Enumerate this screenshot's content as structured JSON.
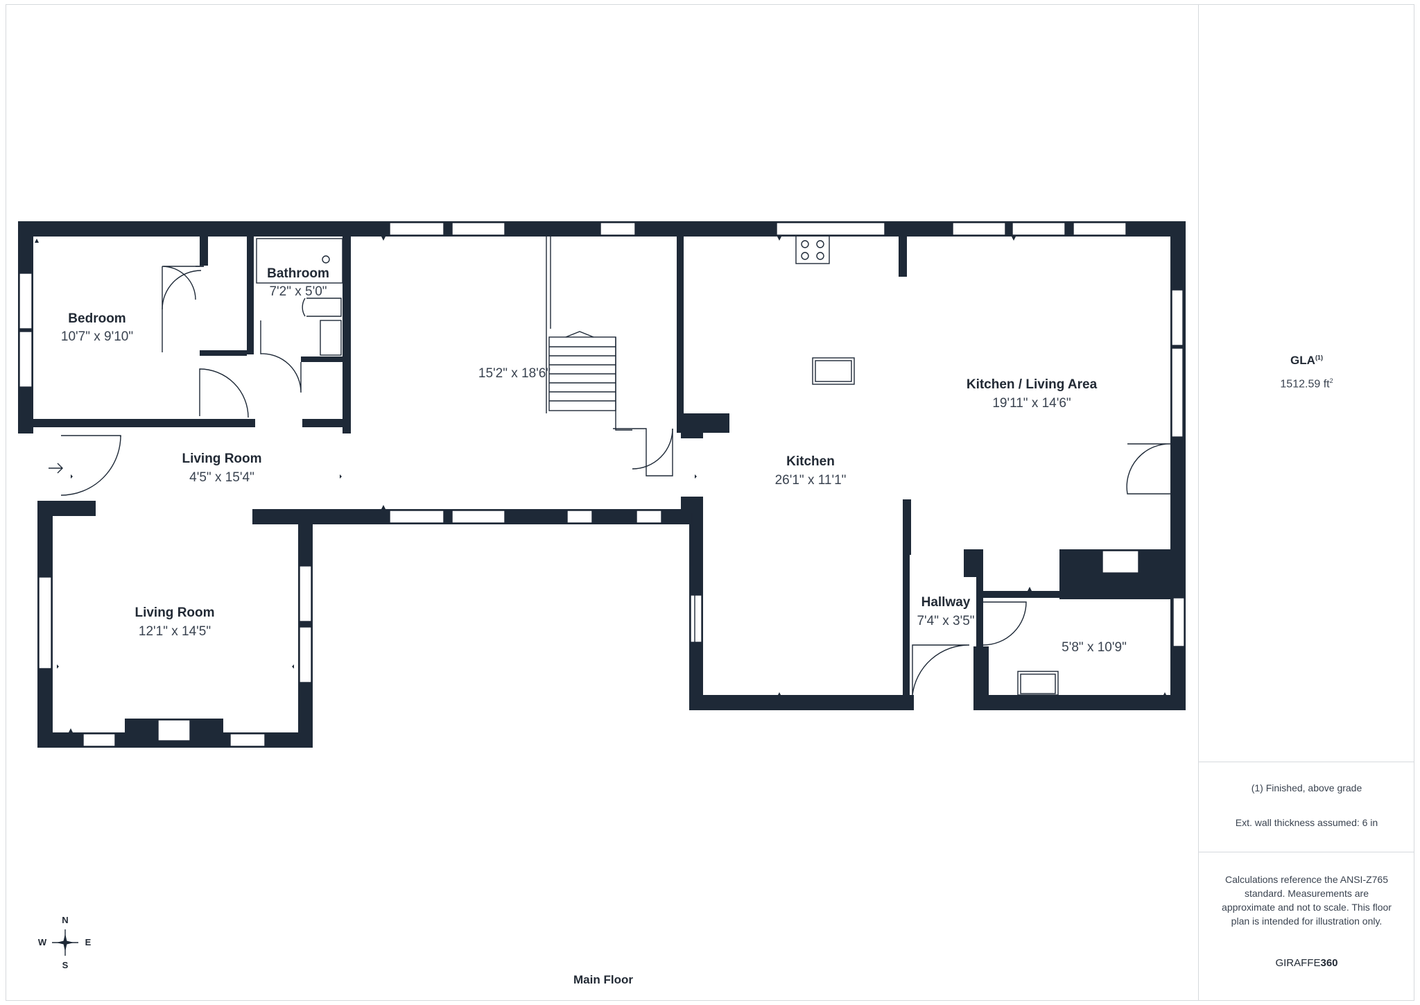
{
  "floor_label": "Main Floor",
  "rooms": [
    {
      "name": "Bedroom",
      "dims": "10'7\" x 9'10\""
    },
    {
      "name": "Bathroom",
      "dims": "7'2\" x 5'0\""
    },
    {
      "name": "",
      "dims": "15'2\" x 18'6\""
    },
    {
      "name": "Kitchen / Living Area",
      "dims": "19'11\" x 14'6\""
    },
    {
      "name": "Living Room",
      "dims": "4'5\" x 15'4\""
    },
    {
      "name": "Kitchen",
      "dims": "26'1\" x 11'1\""
    },
    {
      "name": "Living Room",
      "dims": "12'1\" x 14'5\""
    },
    {
      "name": "Hallway",
      "dims": "7'4\" x 3'5\""
    },
    {
      "name": "",
      "dims": "5'8\" x 10'9\""
    }
  ],
  "compass": {
    "n": "N",
    "s": "S",
    "e": "E",
    "w": "W"
  },
  "sidebar": {
    "gla_label": "GLA",
    "gla_sup": "(1)",
    "gla_value": "1512.59 ft",
    "gla_unit_sup": "2",
    "note_finished": "(1) Finished, above grade",
    "note_wall": "Ext. wall thickness assumed: 6 in",
    "disclaimer": "Calculations reference the ANSI-Z765 standard. Measurements are approximate and not to scale. This floor plan is intended for illustration only.",
    "brand_light": "GIRAFFE",
    "brand_bold": "360"
  },
  "colors": {
    "wall": "#1e2937",
    "text": "#222a35",
    "border": "#d6d9dd"
  }
}
